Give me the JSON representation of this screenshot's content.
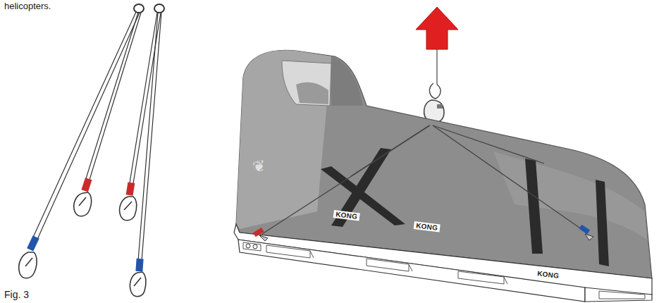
{
  "diagram": {
    "labels": [
      "helicopters.",
      "Fig. 3",
      "KONG",
      "KONG",
      "KONG"
    ]
  }
}
